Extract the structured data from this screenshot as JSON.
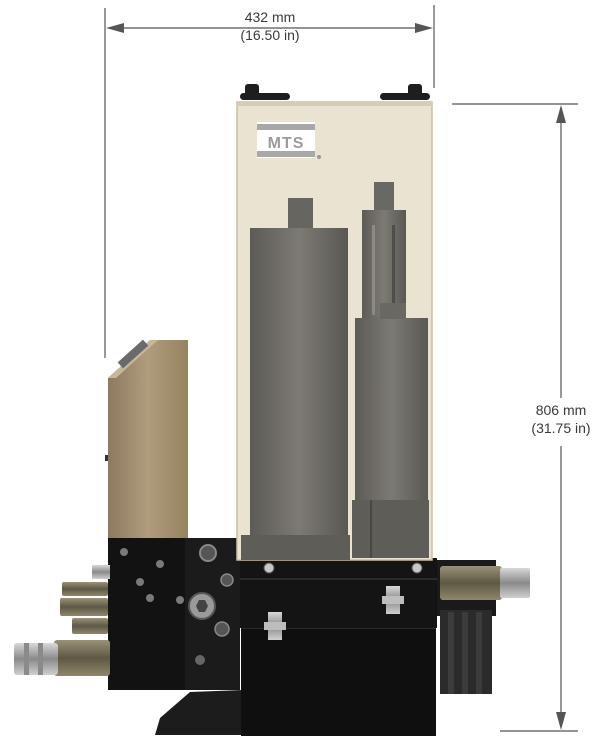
{
  "diagram": {
    "brand_logo": "MTS",
    "width_dimension": {
      "metric": "432 mm",
      "imperial": "(16.50 in)"
    },
    "height_dimension": {
      "metric": "806 mm",
      "imperial": "(31.75 in)"
    },
    "colors": {
      "dimension_line": "#555555",
      "housing_beige": "#e9e1d0",
      "cabinet_tan": "#a38f70",
      "block_black": "#141414",
      "cylinder_gray": "#6e6c66"
    }
  }
}
